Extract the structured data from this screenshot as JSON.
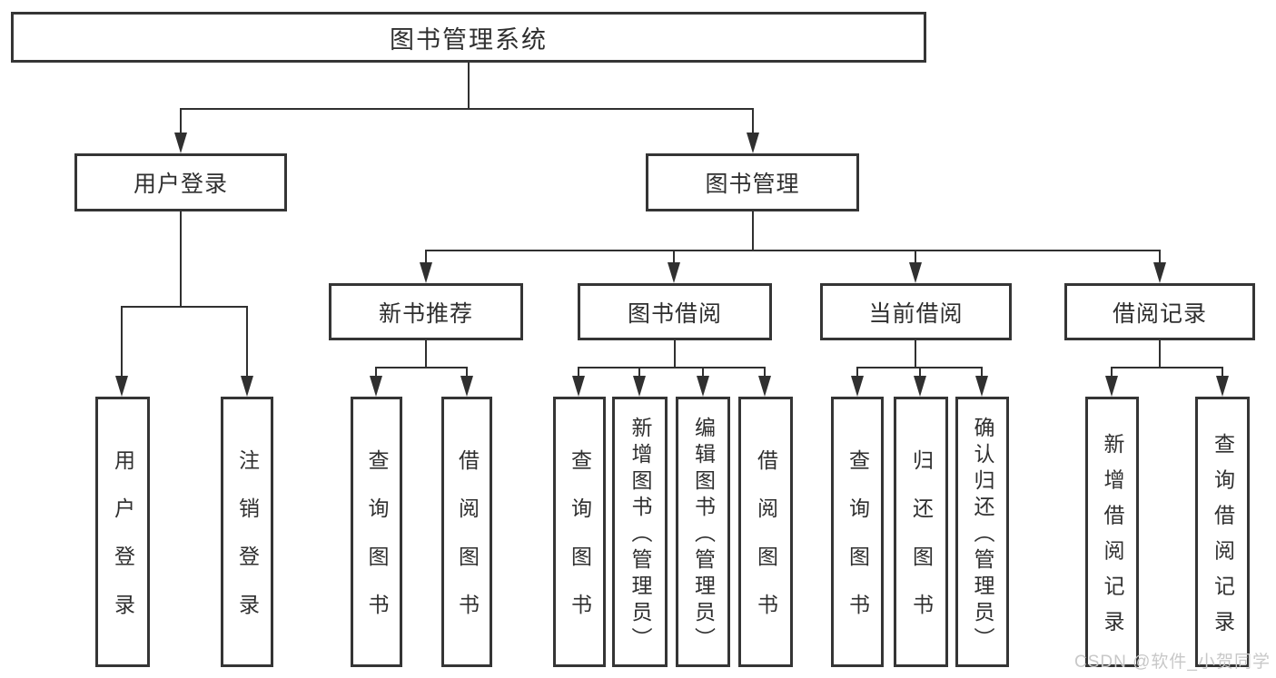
{
  "tree": {
    "root": "图书管理系统",
    "branches": [
      {
        "label": "用户登录",
        "children": [
          "用户登录",
          "注销登录"
        ]
      },
      {
        "label": "图书管理",
        "sections": [
          {
            "label": "新书推荐",
            "children": [
              "查询图书",
              "借阅图书"
            ]
          },
          {
            "label": "图书借阅",
            "children": [
              "查询图书",
              "新增图书（管理员）",
              "编辑图书（管理员）",
              "借阅图书"
            ]
          },
          {
            "label": "当前借阅",
            "children": [
              "查询图书",
              "归还图书",
              "确认归还（管理员）"
            ]
          },
          {
            "label": "借阅记录",
            "children": [
              "新增借阅记录",
              "查询借阅记录"
            ]
          }
        ]
      }
    ]
  },
  "watermark": "CSDN @软件_小贺同学",
  "colors": {
    "background": "#ffffff",
    "box_border": "#353535",
    "connector_line": "#303030",
    "text": "#2f2f2f",
    "watermark": "#c8c8c8"
  }
}
